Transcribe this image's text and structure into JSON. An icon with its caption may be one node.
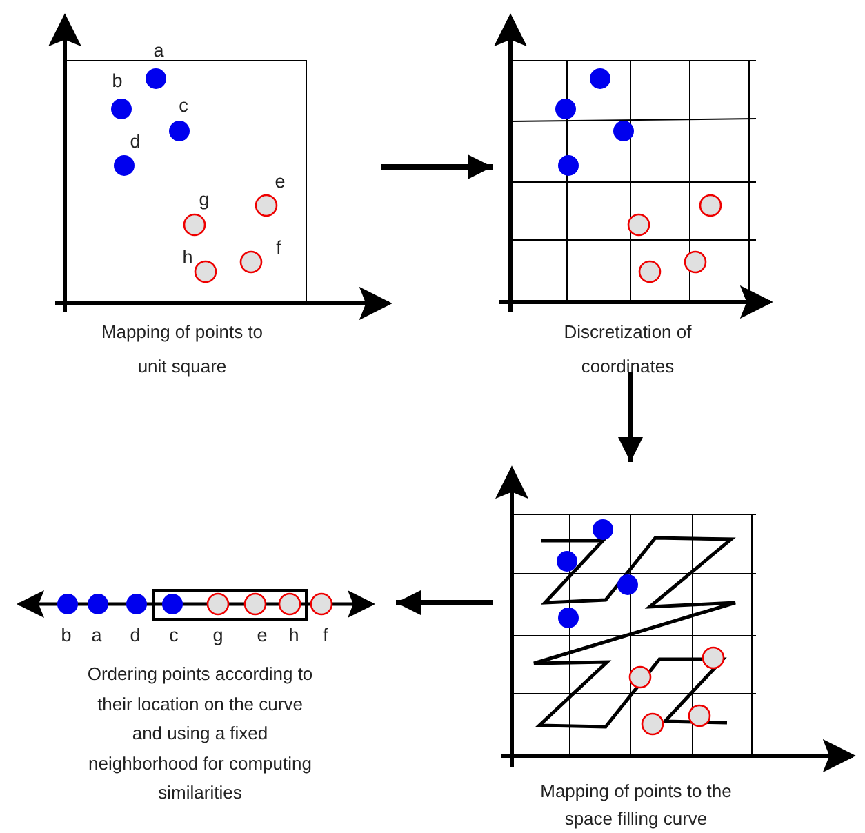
{
  "diagram": {
    "nodes": [
      {
        "text": [
          "Mapping of points to unit square"
        ]
      },
      {
        "text": [
          "Discretization of coordinates"
        ]
      },
      {
        "text": [
          "Ordering points according to their location on the curve and using a fixed neighborhood for computing similarities"
        ]
      },
      {
        "text": [
          "Mapping of points to the space filling curve"
        ]
      }
    ],
    "edges": [
      {
        "from": 0,
        "to": 1,
        "arrow": "to"
      },
      {
        "from": 1,
        "to": 3,
        "arrow": "to"
      },
      {
        "from": 3,
        "to": 2,
        "arrow": "to"
      }
    ],
    "labels": [
      "a",
      "b",
      "c",
      "d",
      "e",
      "g",
      "f",
      "h",
      "b",
      "a",
      "d",
      "c",
      "g",
      "e",
      "h",
      "f"
    ]
  }
}
